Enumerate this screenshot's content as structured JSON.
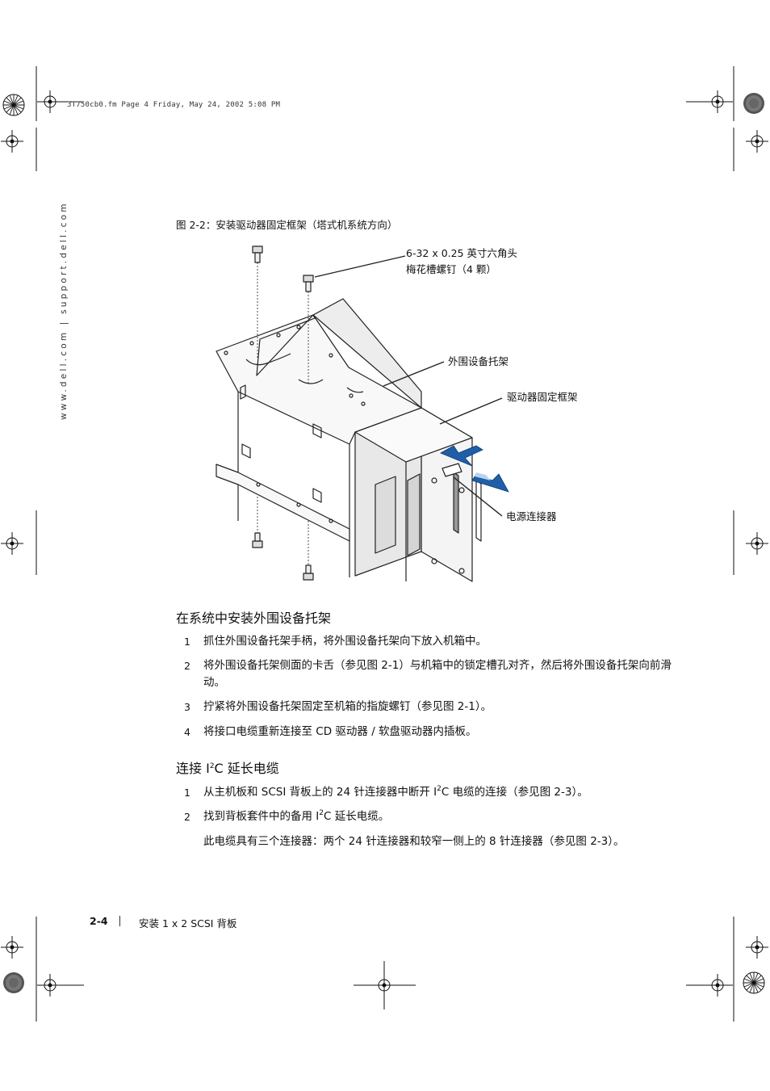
{
  "header": {
    "file_info": "3T750cb0.fm  Page 4  Friday, May 24, 2002  5:08 PM"
  },
  "sidebar": {
    "url": "www.dell.com | support.dell.com"
  },
  "figure": {
    "caption": "图 2-2：安装驱动器固定框架（塔式机系统方向）",
    "callouts": {
      "screws_line1": "6-32 x 0.25 英寸六角头",
      "screws_line2": "梅花槽螺钉（4 颗）",
      "peripheral_bracket": "外围设备托架",
      "drive_cage": "驱动器固定框架",
      "power_connector": "电源连接器"
    },
    "colors": {
      "line_art": "#222222",
      "arrow_fill": "#1f5fa8",
      "arrow_light": "#b9d3ef"
    }
  },
  "section1": {
    "heading": "在系统中安装外围设备托架",
    "steps": [
      {
        "num": "1",
        "text": "抓住外围设备托架手柄，将外围设备托架向下放入机箱中。"
      },
      {
        "num": "2",
        "text": "将外围设备托架侧面的卡舌（参见图 2-1）与机箱中的锁定槽孔对齐，然后将外围设备托架向前滑动。"
      },
      {
        "num": "3",
        "text": "拧紧将外围设备托架固定至机箱的指旋螺钉（参见图 2-1）。"
      },
      {
        "num": "4",
        "text": "将接口电缆重新连接至 CD 驱动器 / 软盘驱动器内插板。"
      }
    ]
  },
  "section2": {
    "heading_pre": "连接 I",
    "heading_sup": "2",
    "heading_post": "C 延长电缆",
    "step1": {
      "num": "1",
      "pre": "从主机板和 SCSI 背板上的 24 针连接器中断开 I",
      "sup": "2",
      "post": "C 电缆的连接（参见图 2-3）。"
    },
    "step2": {
      "num": "2",
      "pre": "找到背板套件中的备用 I",
      "sup": "2",
      "post": "C 延长电缆。"
    },
    "note": "此电缆具有三个连接器：两个 24 针连接器和较窄一侧上的 8 针连接器（参见图 2-3）。"
  },
  "footer": {
    "page_number": "2-4",
    "title": "安装 1 x 2 SCSI 背板"
  }
}
